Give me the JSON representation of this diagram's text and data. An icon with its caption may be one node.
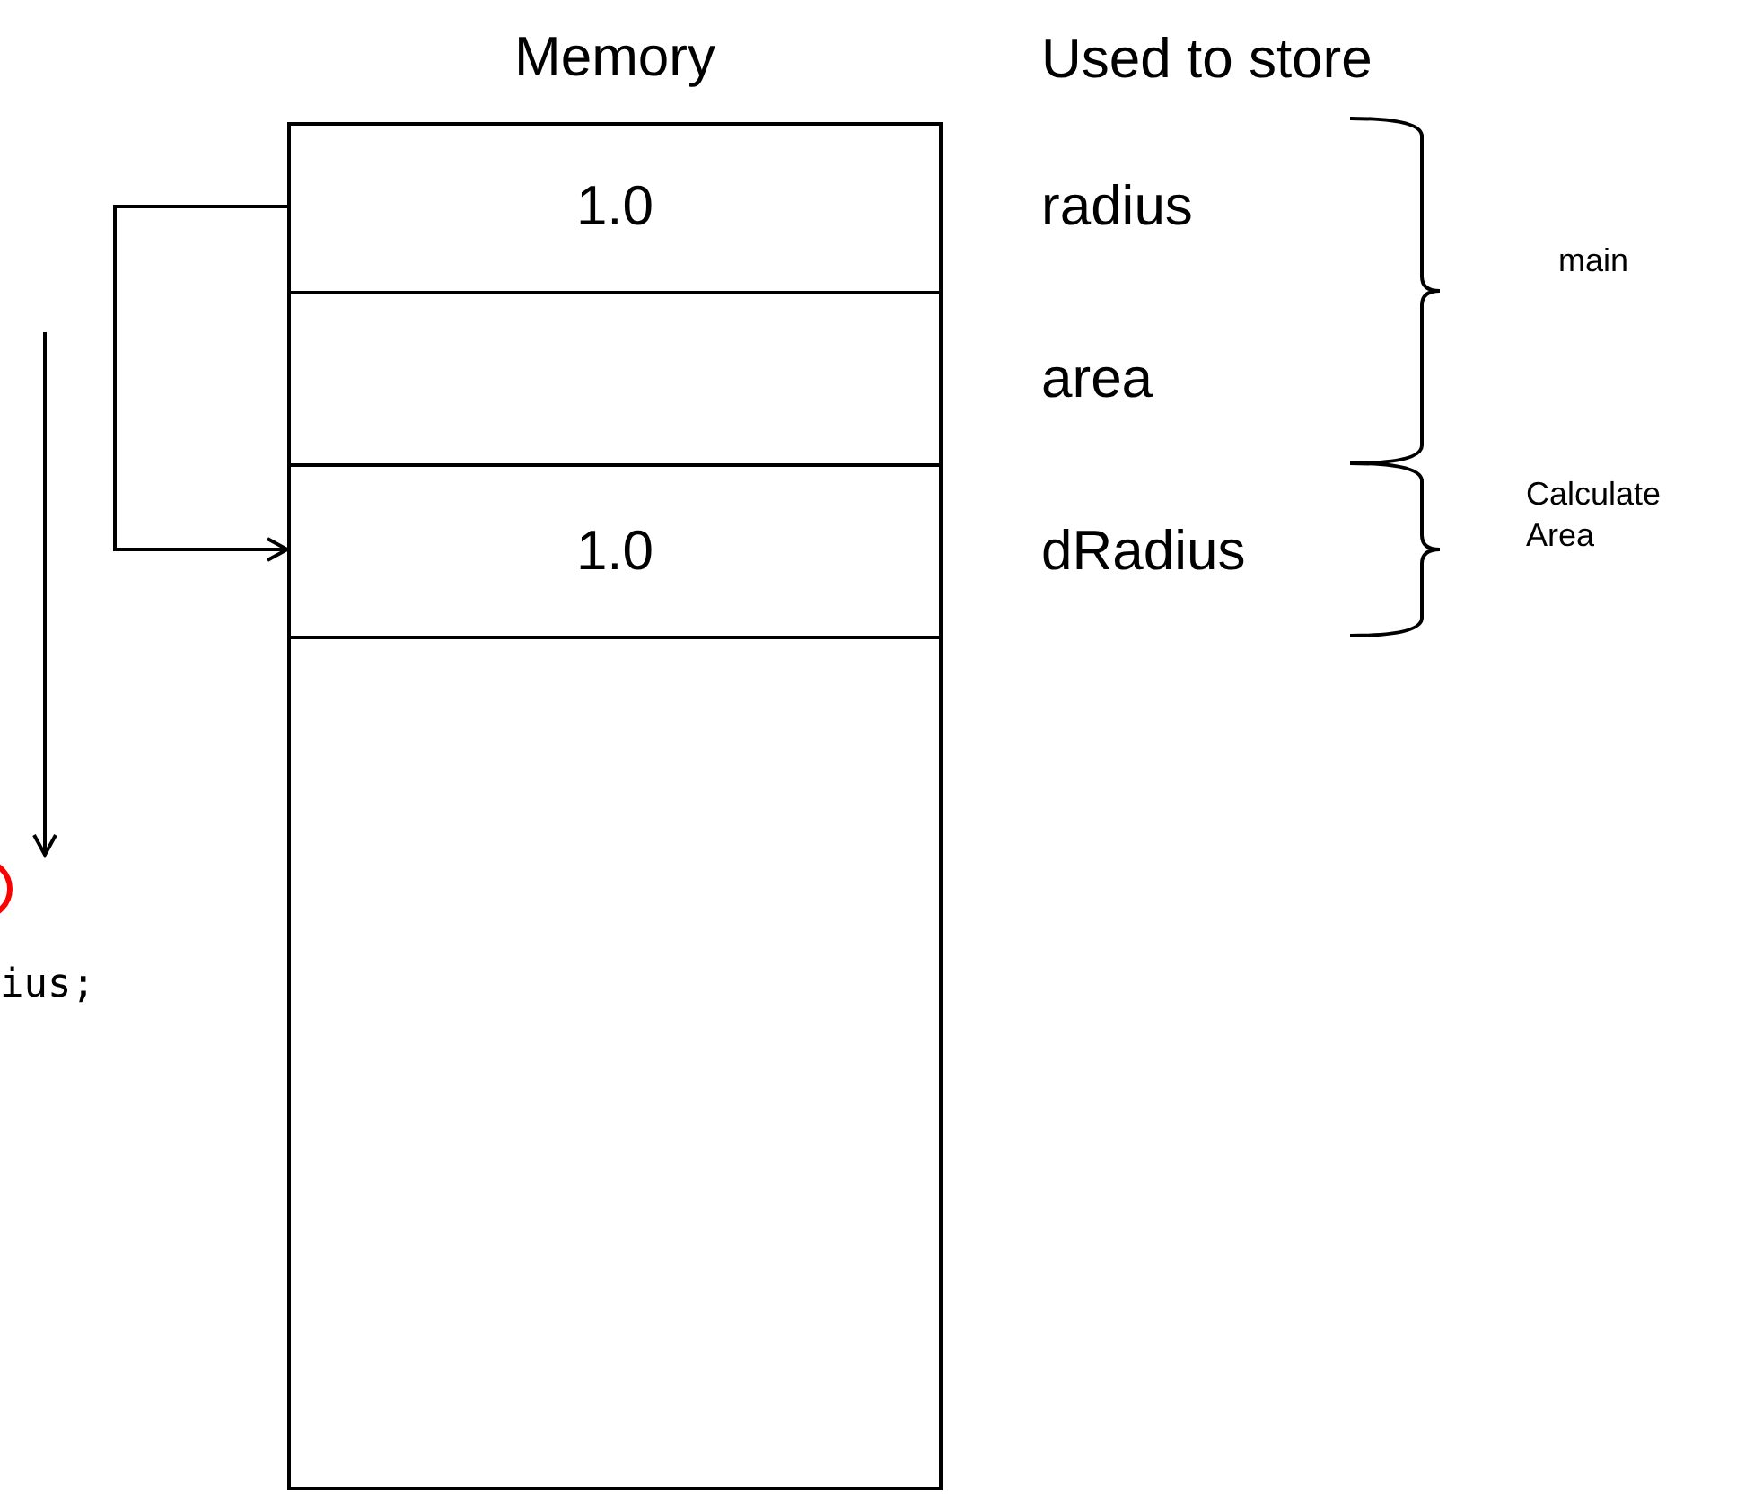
{
  "diagram": {
    "nodes": [
      {
        "text": [
          "Memory"
        ]
      },
      {
        "text": [
          "1.0"
        ],
        "in": 0
      },
      {
        "text": [],
        "shape": "box",
        "in": 0
      },
      {
        "text": [
          "1.0"
        ],
        "in": 0
      },
      {
        "text": [],
        "shape": "box",
        "in": 0
      },
      {
        "text": [],
        "shape": "circle"
      }
    ],
    "edges": [
      {
        "from": 1,
        "to": 3,
        "arrow": "to"
      },
      {
        "from": null,
        "to": 5,
        "arrow": "to"
      }
    ],
    "labels": [
      "Used to store",
      "radius",
      "area",
      "dRadius",
      "main",
      "Calculate Area",
      "ius;"
    ]
  }
}
